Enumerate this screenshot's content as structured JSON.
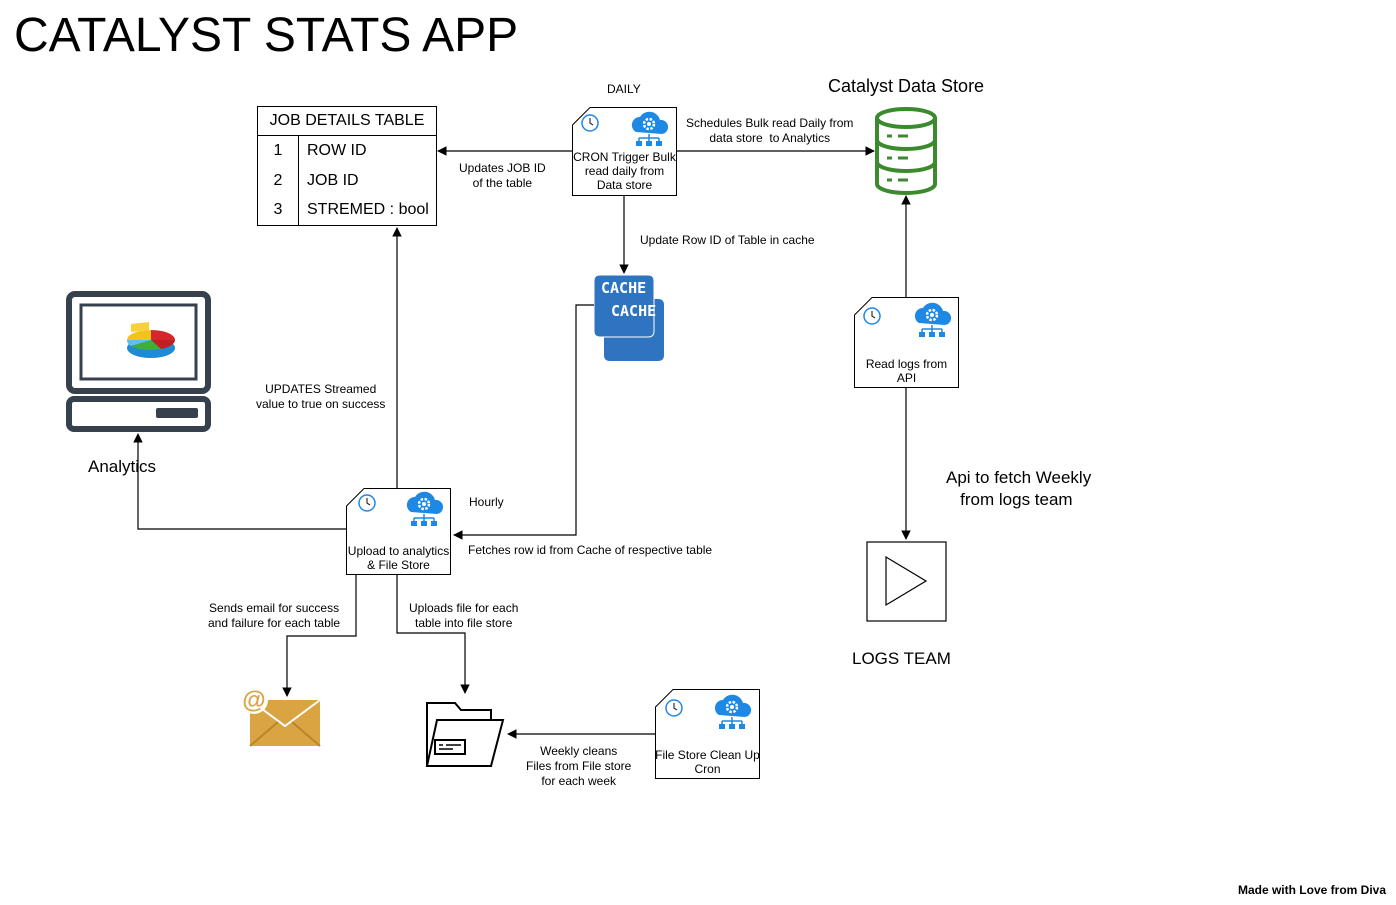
{
  "title": "CATALYST STATS APP",
  "job_table": {
    "header": "JOB DETAILS TABLE",
    "rows": [
      {
        "num": "1",
        "field": "ROW ID"
      },
      {
        "num": "2",
        "field": "JOB ID"
      },
      {
        "num": "3",
        "field": "STREMED : bool"
      }
    ]
  },
  "nodes": {
    "cron_bulk": "CRON Trigger Bulk read daily from Data store",
    "read_logs": "Read logs from API",
    "upload": "Upload to analytics & File Store",
    "cleanup": "File Store Clean Up Cron"
  },
  "cache_labels": [
    "CACHE",
    "CACHE"
  ],
  "labels": {
    "daily": "DAILY",
    "data_store": "Catalyst Data Store",
    "schedules": "Schedules Bulk read Daily from\ndata store  to Analytics",
    "updates_job_id": "Updates JOB ID\nof the table",
    "update_row_id": "Update Row ID of Table in cache",
    "updates_streamed": "UPDATES Streamed\nvalue to true on success",
    "analytics": "Analytics",
    "hourly": "Hourly",
    "fetches_row": "Fetches row id from Cache  of respective table",
    "sends_email": "Sends email for success\nand failure for each table",
    "uploads_file": "Uploads file for each\ntable into file store",
    "weekly_cleans": "Weekly cleans\nFiles from File store\nfor each week",
    "api_fetch": "Api to fetch Weekly\n   from logs team",
    "logs_team": "LOGS TEAM",
    "footer": "Made with Love from Diva"
  },
  "colors": {
    "datastore_green": "#3c8a2e",
    "cloud_blue": "#1e88e5",
    "cache_blue": "#2f74c0",
    "email_gold": "#d9a441"
  },
  "icons": [
    "clock-icon",
    "cloud-gear-icon",
    "database-icon",
    "cache-icon",
    "monitor-icon",
    "pie-chart-icon",
    "email-icon",
    "folder-icon",
    "play-icon"
  ]
}
